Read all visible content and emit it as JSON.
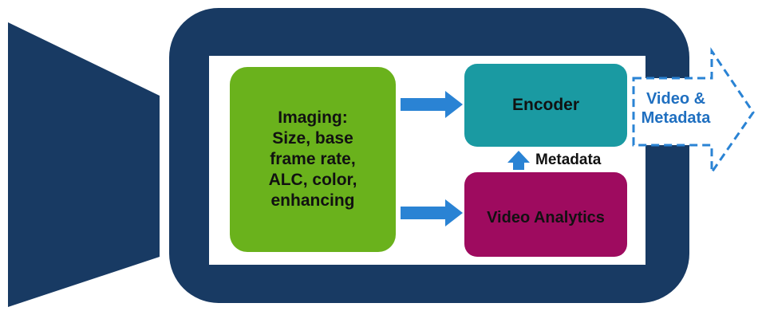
{
  "colors": {
    "camera_body": "#183a63",
    "panel": "#ffffff",
    "imaging_box": "#6ab21c",
    "encoder_box": "#1a9aa2",
    "analytics_box": "#9e0b5f",
    "arrow": "#2a83d4",
    "output_arrow": "#2a83d4",
    "output_text": "#1f6fc0"
  },
  "imaging": {
    "lines": [
      "Imaging:",
      "Size, base",
      "frame rate,",
      "ALC, color,",
      "enhancing"
    ]
  },
  "encoder": {
    "label": "Encoder"
  },
  "analytics": {
    "label": "Video Analytics"
  },
  "metadata_link": {
    "label": "Metadata"
  },
  "output": {
    "line1": "Video &",
    "line2": "Metadata"
  }
}
